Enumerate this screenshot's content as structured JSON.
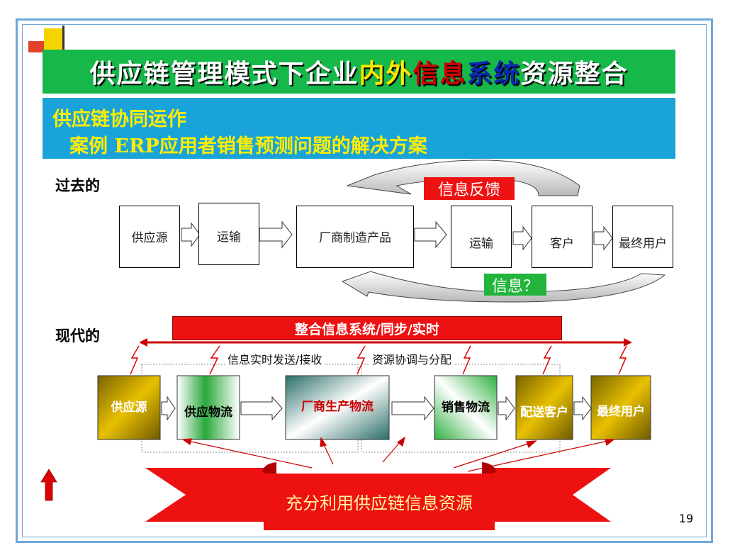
{
  "title": {
    "part1": "供应链管理模式下企业",
    "part2": "内外",
    "part3": "信息",
    "part4": "系统",
    "part5": "资源整合"
  },
  "subtitle": {
    "line1": "供应链协同运作",
    "line2": "案例 ERP应用者销售预测问题的解决方案"
  },
  "past": {
    "label": "过去的",
    "feedback_tag": "信息反馈",
    "info_tag": "信息？",
    "boxes": [
      "供应源",
      "运输",
      "厂商制造产品",
      "运输",
      "客户",
      "最终用户"
    ]
  },
  "modern": {
    "label": "现代的",
    "banner": "整合信息系统/同步/实时",
    "note_left": "信息实时发送/接收",
    "note_right": "资源协调与分配",
    "boxes": [
      "供应源",
      "供应物流",
      "厂商生产物流",
      "销售物流",
      "配送客户",
      "最终用户"
    ],
    "ribbon": "充分利用供应链信息资源"
  },
  "page_number": "19",
  "colors": {
    "frame": "#6ea8dc",
    "title_bg": "#16b84a",
    "subtitle_bg": "#1aa3d8",
    "subtitle_text": "#ffee00",
    "accent_red": "#ee1111",
    "info_green": "#22b43c"
  }
}
